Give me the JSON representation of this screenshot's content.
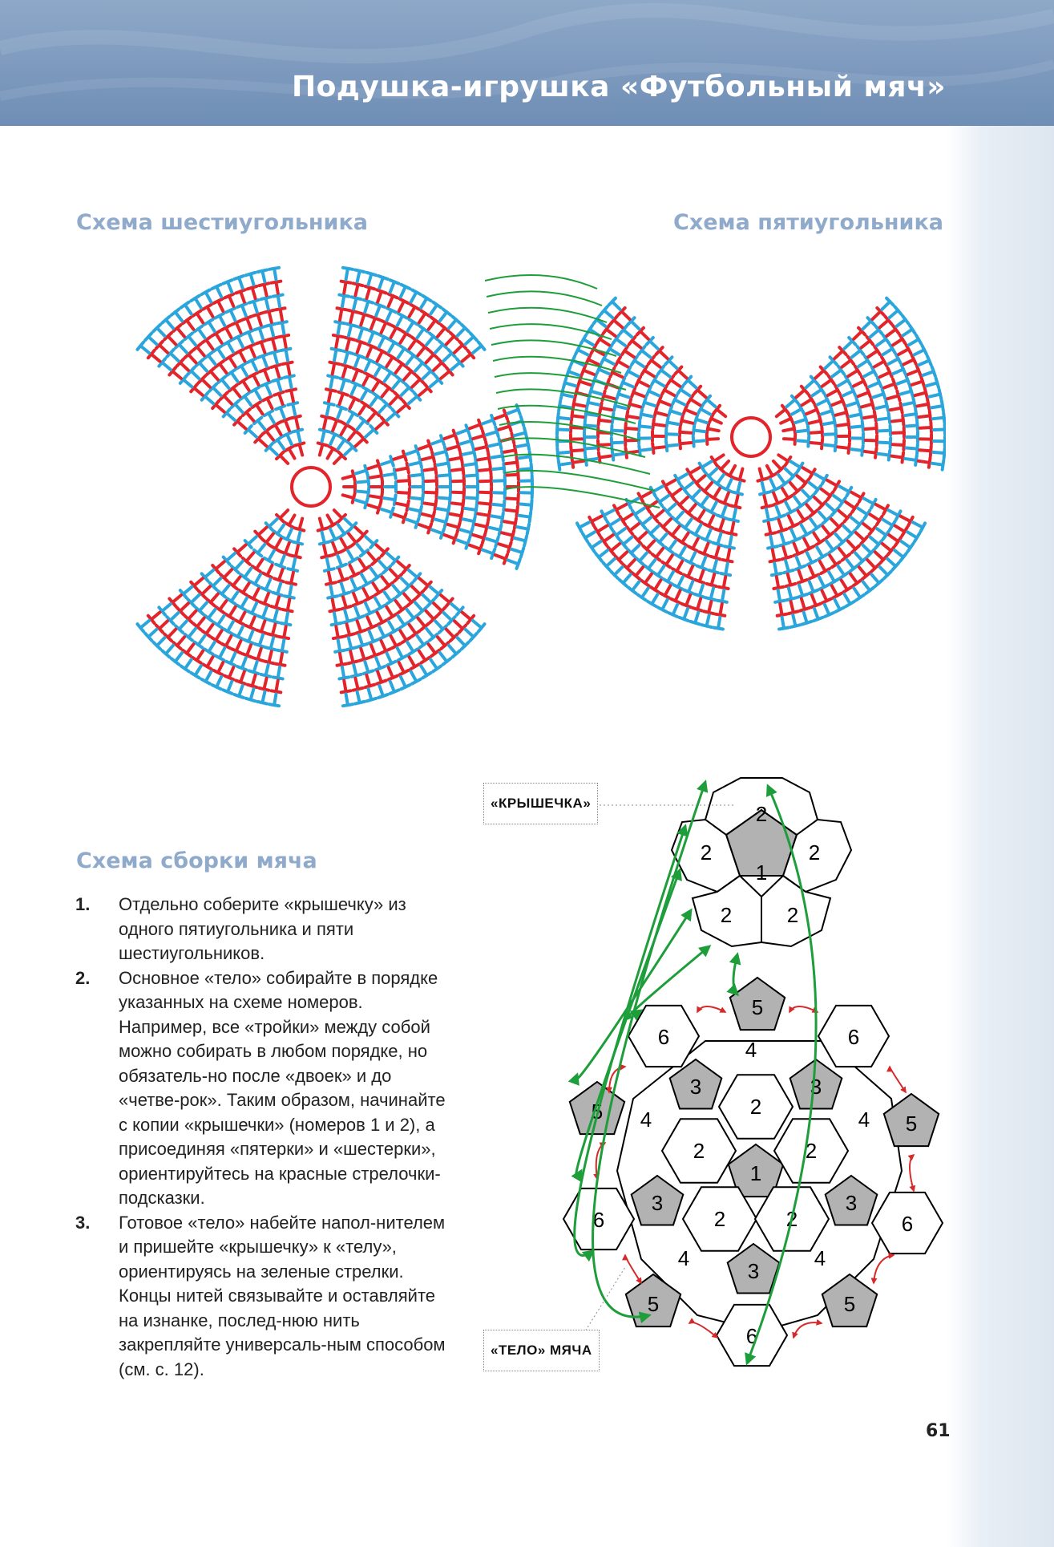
{
  "header": {
    "title": "Подушка-игрушка «Футбольный мяч»"
  },
  "sections": {
    "hexagon_scheme": "Схема шестиугольника",
    "pentagon_scheme": "Схема пятиугольника",
    "assembly_scheme": "Схема сборки мяча"
  },
  "steps": [
    {
      "num": "1.",
      "text": "Отдельно соберите «крышечку» из одного пятиугольника и пяти шестиугольников."
    },
    {
      "num": "2.",
      "text": "Основное «тело» собирайте в порядке указанных на схеме номеров. Например, все «тройки» между собой можно собирать в любом порядке, но обязатель-но после «двоек» и до «четве-рок». Таким образом, начинайте с копии «крышечки» (номеров 1 и 2), а присоединяя «пятерки» и «шестерки», ориентируйтесь на красные стрелочки-подсказки."
    },
    {
      "num": "3.",
      "text": "Готовое «тело» набейте напол-нителем и пришейте «крышечку» к «телу», ориентируясь на зеленые стрелки. Концы нитей связывайте и оставляйте на изнанке, послед-нюю нить закрепляйте универсаль-ным способом (см. с. 12)."
    }
  ],
  "assembly": {
    "cap_label": "«КРЫШЕЧКА»",
    "body_label": "«ТЕЛО» МЯЧА",
    "cap_numbers": [
      "1",
      "2",
      "2",
      "2",
      "2",
      "2"
    ],
    "body_numbers": {
      "one": "1",
      "two": "2",
      "three": "3",
      "four": "4",
      "five": "5",
      "six": "6"
    }
  },
  "colors": {
    "header": "#7593b9",
    "title_blue": "#8faacb",
    "stitch_red": "#e4242b",
    "stitch_blue": "#2aa6dc",
    "arrow_green": "#1e9e3a",
    "arrow_red": "#d62a2a",
    "grey_pentagon": "#b2b2b2"
  },
  "page": {
    "number": "61"
  }
}
